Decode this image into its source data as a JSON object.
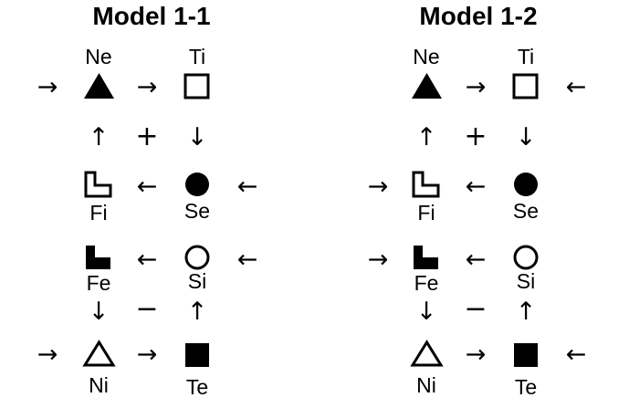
{
  "models": [
    {
      "title": "Model 1-1",
      "ne_label": "Ne",
      "ti_label": "Ti",
      "fi_label": "Fi",
      "se_label": "Se",
      "fe_label": "Fe",
      "si_label": "Si",
      "ni_label": "Ni",
      "te_label": "Te",
      "plus": "+",
      "minus": "−",
      "arrows": {
        "row1_left": "→",
        "row1_mid": "→",
        "col_up_1": "↑",
        "col_down_1": "↓",
        "row2_mid": "←",
        "row2_right": "←",
        "row3_mid": "←",
        "row3_right": "←",
        "col_down_2": "↓",
        "col_up_2": "↑",
        "row4_left": "→",
        "row4_mid": "→"
      }
    },
    {
      "title": "Model 1-2",
      "ne_label": "Ne",
      "ti_label": "Ti",
      "fi_label": "Fi",
      "se_label": "Se",
      "fe_label": "Fe",
      "si_label": "Si",
      "ni_label": "Ni",
      "te_label": "Te",
      "plus": "+",
      "minus": "−",
      "arrows": {
        "row1_mid": "→",
        "row1_right": "←",
        "col_up_1": "↑",
        "col_down_1": "↓",
        "row2_left": "→",
        "row2_mid": "←",
        "row3_left": "→",
        "row3_mid": "←",
        "col_down_2": "↓",
        "col_up_2": "↑",
        "row4_mid": "→",
        "row4_right": "←"
      }
    }
  ]
}
